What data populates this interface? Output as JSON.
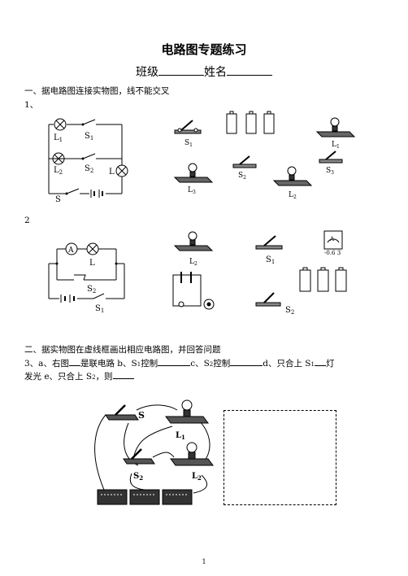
{
  "title": "电路图专题练习",
  "class_label": "班级",
  "name_label": "姓名",
  "section1": {
    "heading": "一、据电路图连接实物图，线不能交叉",
    "q1_number": "1、",
    "q2_number": "2"
  },
  "q1_labels": {
    "L1": "L",
    "L1_sub": "1",
    "S1": "S",
    "S1_sub": "1",
    "L2": "L",
    "L2_sub": "2",
    "S2": "S",
    "S2_sub": "2",
    "L": "L",
    "S": "S",
    "phys_S1": "S",
    "phys_S1_sub": "1",
    "phys_L1": "L",
    "phys_L1_sub": "1",
    "phys_S2": "S",
    "phys_S2_sub": "2",
    "phys_S3": "S",
    "phys_S3_sub": "3",
    "phys_L3": "L",
    "phys_L3_sub": "3",
    "phys_L2": "L",
    "phys_L2_sub": "2"
  },
  "q2_labels": {
    "ammeter": "A",
    "L": "L",
    "S2": "S",
    "S2_sub": "2",
    "S1": "S",
    "S1_sub": "1",
    "phys_L2": "L",
    "phys_L2_sub": "2",
    "phys_S1": "S",
    "phys_S1_sub": "1",
    "meter_face": "A",
    "meter_scale": "-0.6 3",
    "phys_S2": "S",
    "phys_S2_sub": "2"
  },
  "section2": {
    "heading": "二、据实物图在虚线框画出相应电路图，并回答问题",
    "line1_a": "3、a、右图",
    "line1_b": "是联电路 b、S",
    "line1_b_sub": "1",
    "line1_c": "控制",
    "line1_d": "c、S",
    "line1_d_sub": "2",
    "line1_e": "控制",
    "line1_f": "d、只合上 S",
    "line1_f_sub": "1",
    "line1_g": "灯",
    "line2_a": "发光 e、只合上 S",
    "line2_a_sub": "2",
    "line2_b": "，则"
  },
  "q3_labels": {
    "S": "S",
    "L1": "L",
    "L1_sub": "1",
    "S2": "S",
    "S2_sub": "2",
    "L2": "L",
    "L2_sub": "2"
  },
  "page_number": "1"
}
